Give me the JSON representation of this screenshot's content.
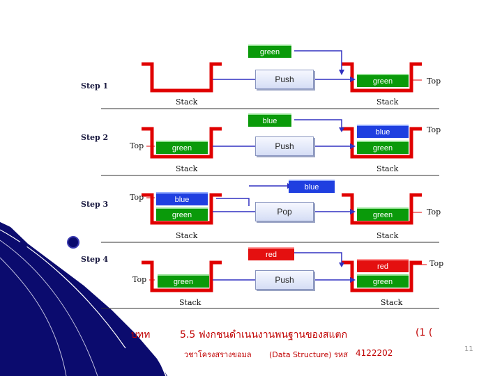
{
  "steps": [
    {
      "label": "Step 1",
      "op": "Push",
      "incoming": "green",
      "before": [],
      "after": [
        "green"
      ],
      "top_before": "",
      "top_after": "Top",
      "stack_label": "Stack"
    },
    {
      "label": "Step 2",
      "op": "Push",
      "incoming": "blue",
      "before": [
        "green"
      ],
      "after": [
        "blue",
        "green"
      ],
      "top_before": "Top",
      "top_after": "Top",
      "stack_label": "Stack"
    },
    {
      "label": "Step 3",
      "op": "Pop",
      "outgoing": "blue",
      "before": [
        "blue",
        "green"
      ],
      "after": [
        "green"
      ],
      "top_before": "Top",
      "top_after": "Top",
      "stack_label": "Stack"
    },
    {
      "label": "Step 4",
      "op": "Push",
      "incoming": "red",
      "before": [
        "green"
      ],
      "after": [
        "red",
        "green"
      ],
      "top_before": "Top",
      "top_after": "Top",
      "stack_label": "Stack"
    }
  ],
  "footer": {
    "chapter": "บทท",
    "title": "5.5 ฟงกชนดำเนนงานพนฐานของสแตก",
    "suffix": "(1 (",
    "subject": "วชาโครงสรางขอมล",
    "subject_en": "(Data Structure) รหส",
    "code": "4122202",
    "page": "11"
  },
  "colors": {
    "green": "#0a9a0a",
    "blue": "#1f3fe0",
    "red": "#e41010",
    "stack": "#e00000",
    "arrow": "#3030c0"
  }
}
